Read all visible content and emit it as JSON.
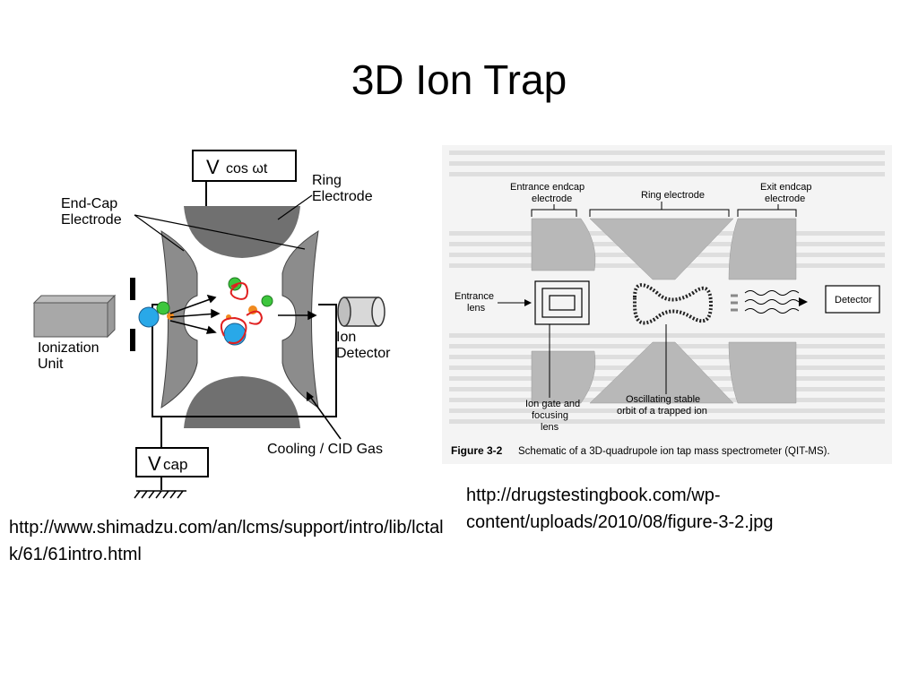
{
  "slide": {
    "title": "3D Ion Trap",
    "caption_left": "http://www.shimadzu.com/an/lcms/support/intro/lib/lctalk/61/61intro.html",
    "caption_right": "http://drugstestingbook.com/wp-content/uploads/2010/08/figure-3-2.jpg"
  },
  "left_diagram": {
    "v_top": "V cos ωt",
    "v_top_main": "V",
    "v_top_sub": "cos ωt",
    "ring_label_1": "Ring",
    "ring_label_2": "Electrode",
    "endcap_label_1": "End-Cap",
    "endcap_label_2": "Electrode",
    "ionization_1": "Ionization",
    "ionization_2": "Unit",
    "detector_1": "Ion",
    "detector_2": "Detector",
    "gas_label": "Cooling / CID Gas",
    "v_bottom_main": "V",
    "v_bottom_sub": "cap"
  },
  "right_diagram": {
    "entrance_endcap_1": "Entrance endcap",
    "entrance_endcap_2": "electrode",
    "ring_electrode": "Ring electrode",
    "exit_endcap_1": "Exit endcap",
    "exit_endcap_2": "electrode",
    "entrance_lens_1": "Entrance",
    "entrance_lens_2": "lens",
    "detector": "Detector",
    "ion_gate_1": "Ion gate and",
    "ion_gate_2": "focusing",
    "ion_gate_3": "lens",
    "orbit_1": "Oscillating stable",
    "orbit_2": "orbit of a trapped ion",
    "figure_label": "Figure 3-2",
    "figure_caption": "Schematic of a 3D-quadrupole ion tap mass spectrometer (QIT-MS)."
  },
  "colors": {
    "electrode_gray": "#8c8c8c",
    "ion_blue": "#29a8e8",
    "ion_green": "#3dc63d",
    "ion_orange": "#f08a1e",
    "trajectory_red": "#e02020"
  }
}
